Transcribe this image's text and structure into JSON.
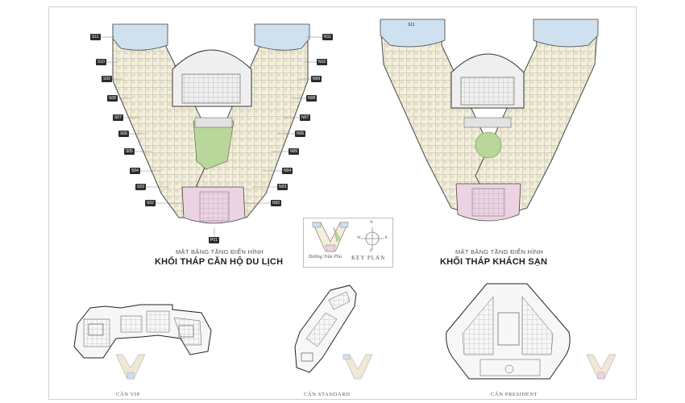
{
  "tower_left": {
    "caption_sub": "MẶT BẰNG TẦNG ĐIỂN HÌNH",
    "caption_main": "KHỐI THÁP CĂN HỘ DU LỊCH",
    "unit_labels_left": [
      "S11",
      "S10",
      "S09",
      "S08",
      "S07",
      "S06",
      "S05",
      "S04",
      "S03",
      "S02"
    ],
    "unit_labels_right": [
      "N11",
      "N10",
      "N09",
      "N08",
      "N07",
      "N06",
      "N05",
      "N04",
      "N03",
      "N02"
    ],
    "unit_label_bottom": "P01"
  },
  "tower_right": {
    "caption_sub": "MẶT BẰNG TẦNG ĐIỂN HÌNH",
    "caption_main": "KHỐI THÁP KHÁCH SẠN",
    "unit_label_top": "S11"
  },
  "key_plan": {
    "street": "Đường Trần Phú",
    "title": "KEY PLAN",
    "compass": {
      "n": "N",
      "s": "S",
      "e": "E",
      "w": "W"
    }
  },
  "units": [
    {
      "label": "CĂN VIP"
    },
    {
      "label": "CĂN STANDARD"
    },
    {
      "label": "CĂN PRESIDENT"
    }
  ],
  "colors": {
    "zone_blue": "#cfe0ef",
    "zone_pink": "#ecd3e3",
    "zone_green": "#b9d79b",
    "zone_cream": "#f4efd9",
    "tag": "#2b2b2b"
  }
}
